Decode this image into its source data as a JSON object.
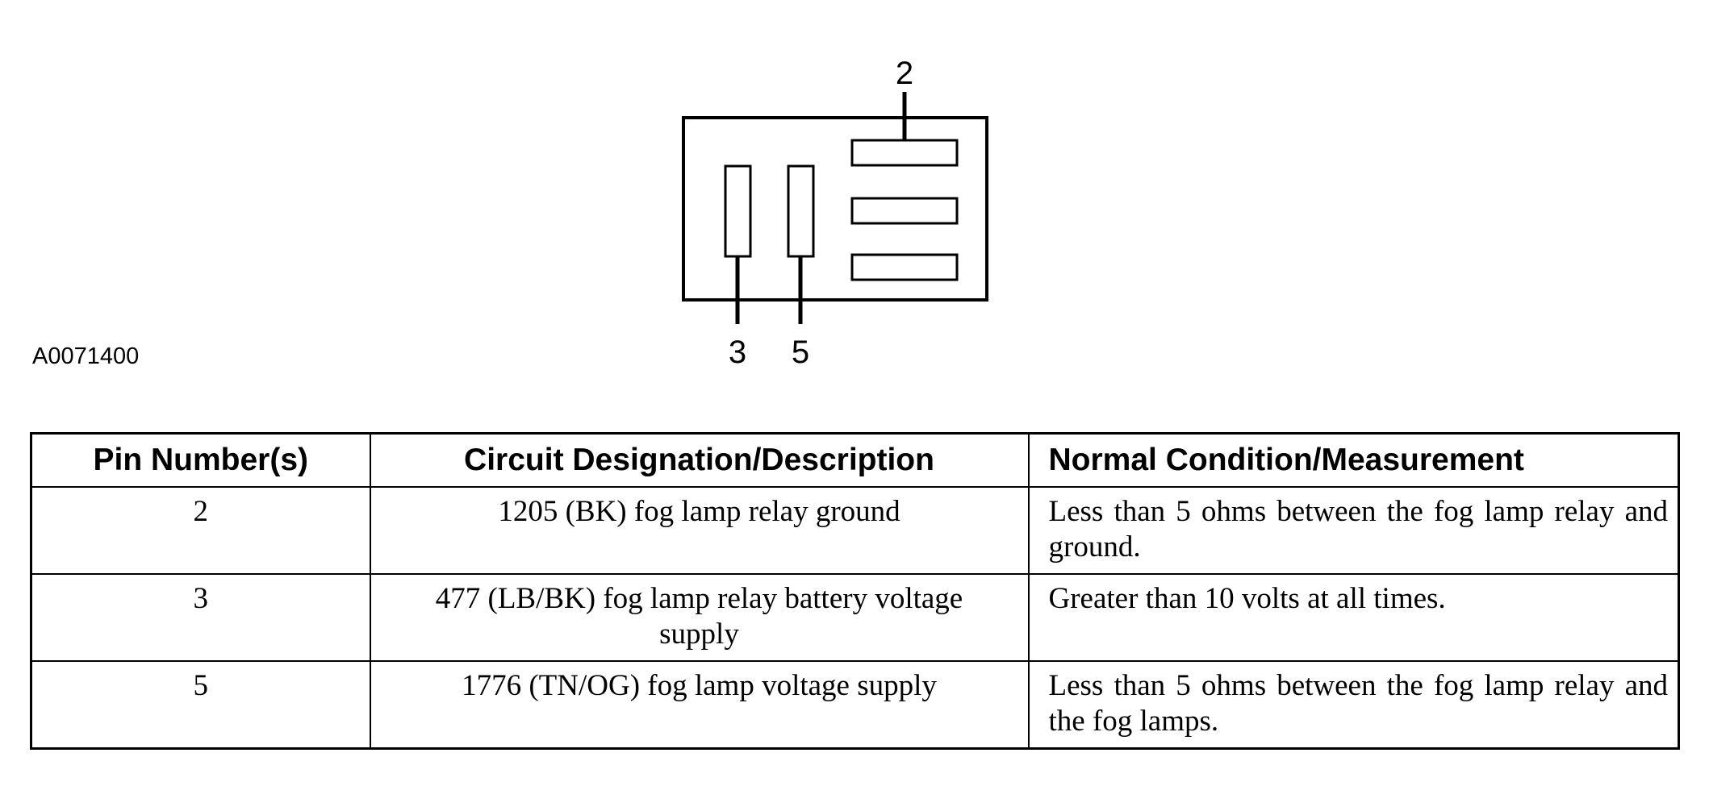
{
  "connector": {
    "pin_labels": {
      "top": "2",
      "bottom_left": "3",
      "bottom_right": "5"
    }
  },
  "figure_id": "A0071400",
  "table": {
    "headers": [
      "Pin Number(s)",
      "Circuit Designation/Description",
      "Normal Condition/Measurement"
    ],
    "rows": [
      [
        "2",
        "1205 (BK) fog lamp relay ground",
        "Less than 5 ohms between the fog lamp relay and ground."
      ],
      [
        "3",
        "477 (LB/BK) fog lamp relay battery voltage supply",
        "Greater than 10 volts at all times."
      ],
      [
        "5",
        "1776 (TN/OG) fog lamp voltage supply",
        "Less than 5 ohms between the fog lamp relay and the fog lamps."
      ]
    ]
  }
}
